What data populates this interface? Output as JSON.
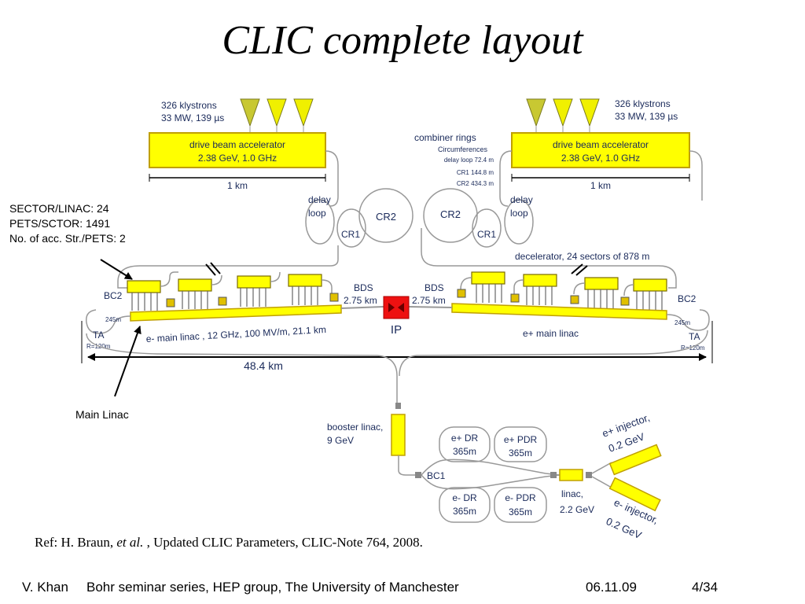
{
  "title": "CLIC complete layout",
  "annotations": {
    "sector_linac": "SECTOR/LINAC: 24",
    "pets_sctor": "PETS/SCTOR: 1491",
    "acc_str": "No. of acc. Str./PETS: 2",
    "main_linac": "Main Linac"
  },
  "diagram": {
    "klystrons_label_1": "326 klystrons",
    "klystrons_label_2": "33 MW, 139 µs",
    "drive_beam_1": "drive beam accelerator",
    "drive_beam_2": "2.38 GeV, 1.0 GHz",
    "one_km": "1 km",
    "combiner_rings": "combiner rings",
    "circumferences": "Circumferences",
    "delay_loop_circ": "delay loop 72.4 m",
    "cr1_circ": "CR1 144.8 m",
    "cr2_circ": "CR2 434.3 m",
    "delay": "delay",
    "loop": "loop",
    "cr1": "CR1",
    "cr2": "CR2",
    "decelerator": "decelerator, 24 sectors of 878 m",
    "bc2": "BC2",
    "bds": "BDS",
    "bds_len": "2.75 km",
    "ip": "IP",
    "ta": "TA",
    "r120": "R=120m",
    "m245": "245m",
    "eminus_linac": "e- main linac , 12 GHz, 100 MV/m, 21.1 km",
    "eplus_linac": "e+ main linac",
    "total_length": "48.4 km",
    "booster_1": "booster linac,",
    "booster_2": "9 GeV",
    "eplus_dr": "e+ DR",
    "eplus_pdr": "e+ PDR",
    "eminus_dr": "e- DR",
    "eminus_pdr": "e- PDR",
    "dr_len": "365m",
    "bc1": "BC1",
    "linac_1": "linac,",
    "linac_2": "2.2 GeV",
    "eplus_inj_1": "e+ injector,",
    "eplus_inj_2": "0.2 GeV",
    "eminus_inj_1": "e- injector,",
    "eminus_inj_2": "0.2 GeV"
  },
  "reference": {
    "prefix": "Ref: H. Braun, ",
    "etal": "et al.",
    "suffix": " , Updated CLIC Parameters, CLIC-Note 764, 2008."
  },
  "footer": {
    "author": "V. Khan",
    "event": "Bohr seminar series,  HEP group, The University of Manchester",
    "date": "06.11.09",
    "page": "4/34"
  }
}
